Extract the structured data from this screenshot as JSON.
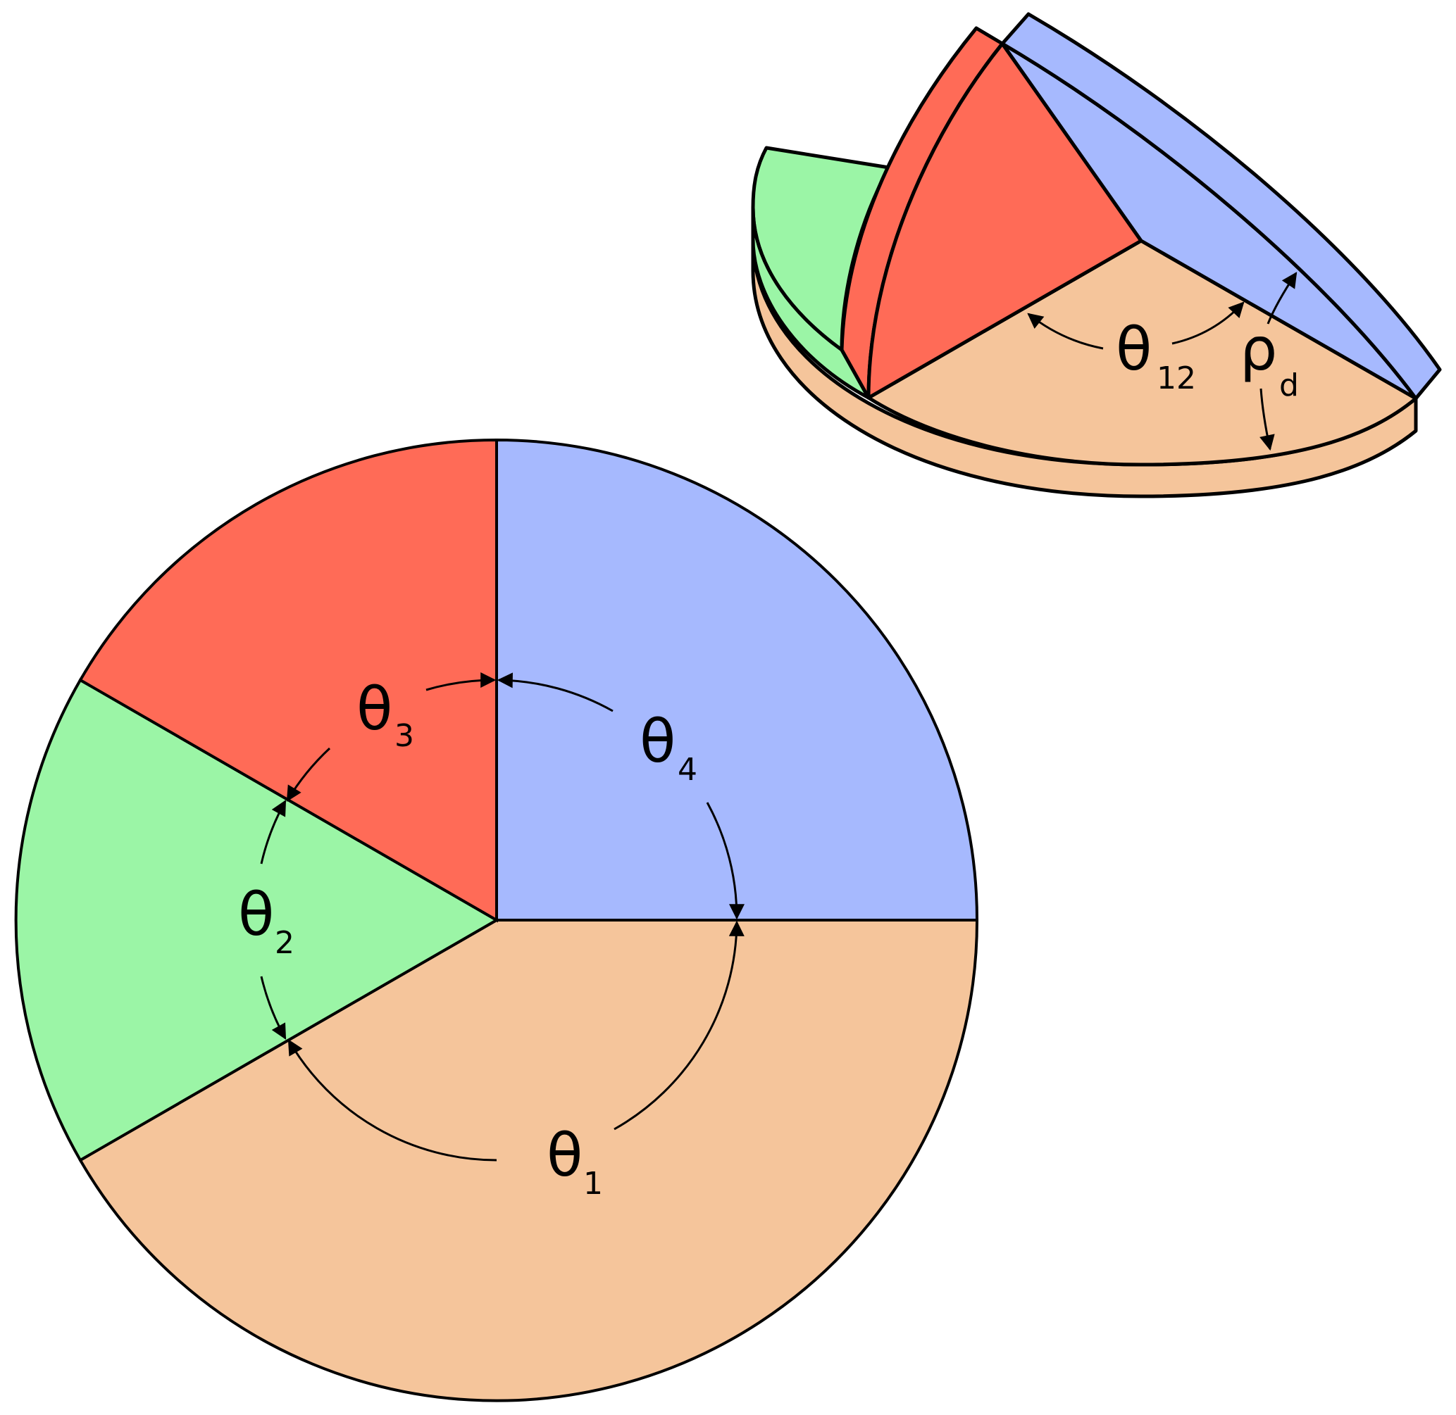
{
  "colors": {
    "peach": "#F5C59B",
    "green": "#9BF5A6",
    "red": "#FF6B57",
    "blue": "#A6B9FE",
    "outline": "#000000"
  },
  "flat_disc": {
    "sectors": [
      {
        "name": "peach",
        "label_symbol": "θ",
        "label_sub": "1",
        "angle_deg": 150
      },
      {
        "name": "green",
        "label_symbol": "θ",
        "label_sub": "2",
        "angle_deg": 60
      },
      {
        "name": "red",
        "label_symbol": "θ",
        "label_sub": "3",
        "angle_deg": 60
      },
      {
        "name": "blue",
        "label_symbol": "θ",
        "label_sub": "4",
        "angle_deg": 90
      }
    ]
  },
  "folded_model": {
    "angle_label": {
      "symbol": "θ",
      "sub": "12"
    },
    "fold_label": {
      "symbol": "ρ",
      "sub": "d"
    }
  }
}
